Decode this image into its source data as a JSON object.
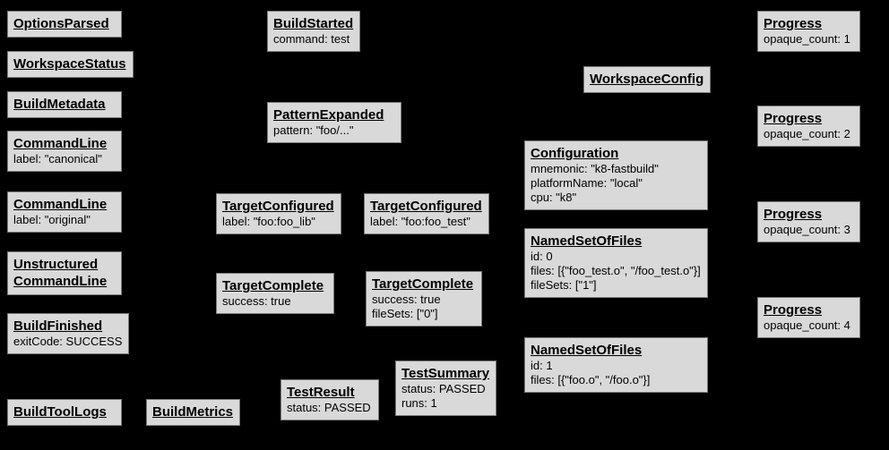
{
  "diagram": {
    "background_color": "#000000",
    "node_fill_color": "#d9d9d9",
    "node_border_color": "#7a7a7a",
    "text_color": "#000000"
  },
  "nodes": [
    {
      "title": "OptionsParsed",
      "lines": []
    },
    {
      "title": "WorkspaceStatus",
      "lines": []
    },
    {
      "title": "BuildMetadata",
      "lines": []
    },
    {
      "title": "CommandLine",
      "lines": [
        "label: \"canonical\""
      ]
    },
    {
      "title": "CommandLine",
      "lines": [
        "label: \"original\""
      ]
    },
    {
      "title": "Unstructured\nCommandLine",
      "lines": []
    },
    {
      "title": "BuildFinished",
      "lines": [
        "exitCode: SUCCESS"
      ]
    },
    {
      "title": "BuildToolLogs",
      "lines": []
    },
    {
      "title": "BuildMetrics",
      "lines": []
    },
    {
      "title": "BuildStarted",
      "lines": [
        "command: test"
      ]
    },
    {
      "title": "PatternExpanded",
      "lines": [
        "pattern: \"foo/...\""
      ]
    },
    {
      "title": "TargetConfigured",
      "lines": [
        "label: \"foo:foo_lib\""
      ]
    },
    {
      "title": "TargetComplete",
      "lines": [
        "success: true"
      ]
    },
    {
      "title": "TestResult",
      "lines": [
        "status: PASSED"
      ]
    },
    {
      "title": "TargetConfigured",
      "lines": [
        "label: \"foo:foo_test\""
      ]
    },
    {
      "title": "TargetComplete",
      "lines": [
        "success: true",
        "fileSets: [\"0\"]"
      ]
    },
    {
      "title": "TestSummary",
      "lines": [
        "status: PASSED",
        "runs: 1"
      ]
    },
    {
      "title": "WorkspaceConfig",
      "lines": []
    },
    {
      "title": "Configuration",
      "lines": [
        "mnemonic: \"k8-fastbuild\"",
        "platformName: \"local\"",
        "cpu: \"k8\""
      ]
    },
    {
      "title": "NamedSetOfFiles",
      "lines": [
        "id: 0",
        "files: [{\"foo_test.o\", \"/foo_test.o\"}]",
        "fileSets: [\"1\"]"
      ]
    },
    {
      "title": "NamedSetOfFiles",
      "lines": [
        "id: 1",
        "files: [{\"foo.o\", \"/foo.o\"}]"
      ]
    },
    {
      "title": "Progress",
      "lines": [
        "opaque_count: 1"
      ]
    },
    {
      "title": "Progress",
      "lines": [
        "opaque_count: 2"
      ]
    },
    {
      "title": "Progress",
      "lines": [
        "opaque_count: 3"
      ]
    },
    {
      "title": "Progress",
      "lines": [
        "opaque_count: 4"
      ]
    }
  ]
}
